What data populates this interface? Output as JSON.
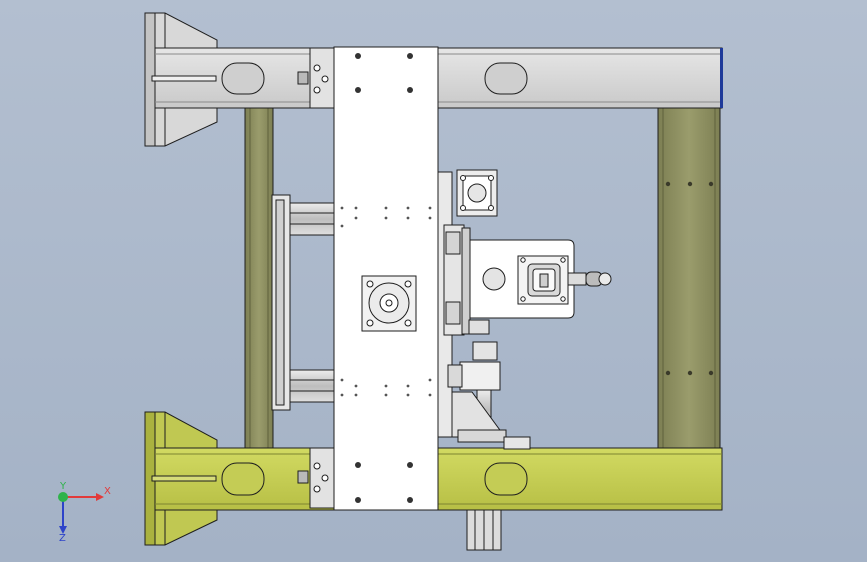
{
  "view": {
    "type": "cad-assembly-top-view",
    "background_top": "#b3bfd0",
    "background_bottom": "#a4b2c6"
  },
  "colors": {
    "top_rail": "#d5d5d5",
    "bottom_rail": "#c4cc55",
    "bottom_rail_dark": "#a8b03c",
    "olive_column": "#8f9163",
    "plate": "#ffffff",
    "steel": "#c8c8c8",
    "outline": "#1e1e1e"
  },
  "triad": {
    "x_label": "X",
    "y_label": "Y",
    "z_label": "Z",
    "x_color": "#e23a3a",
    "y_color": "#2fb34a",
    "z_color": "#2d43c9"
  }
}
